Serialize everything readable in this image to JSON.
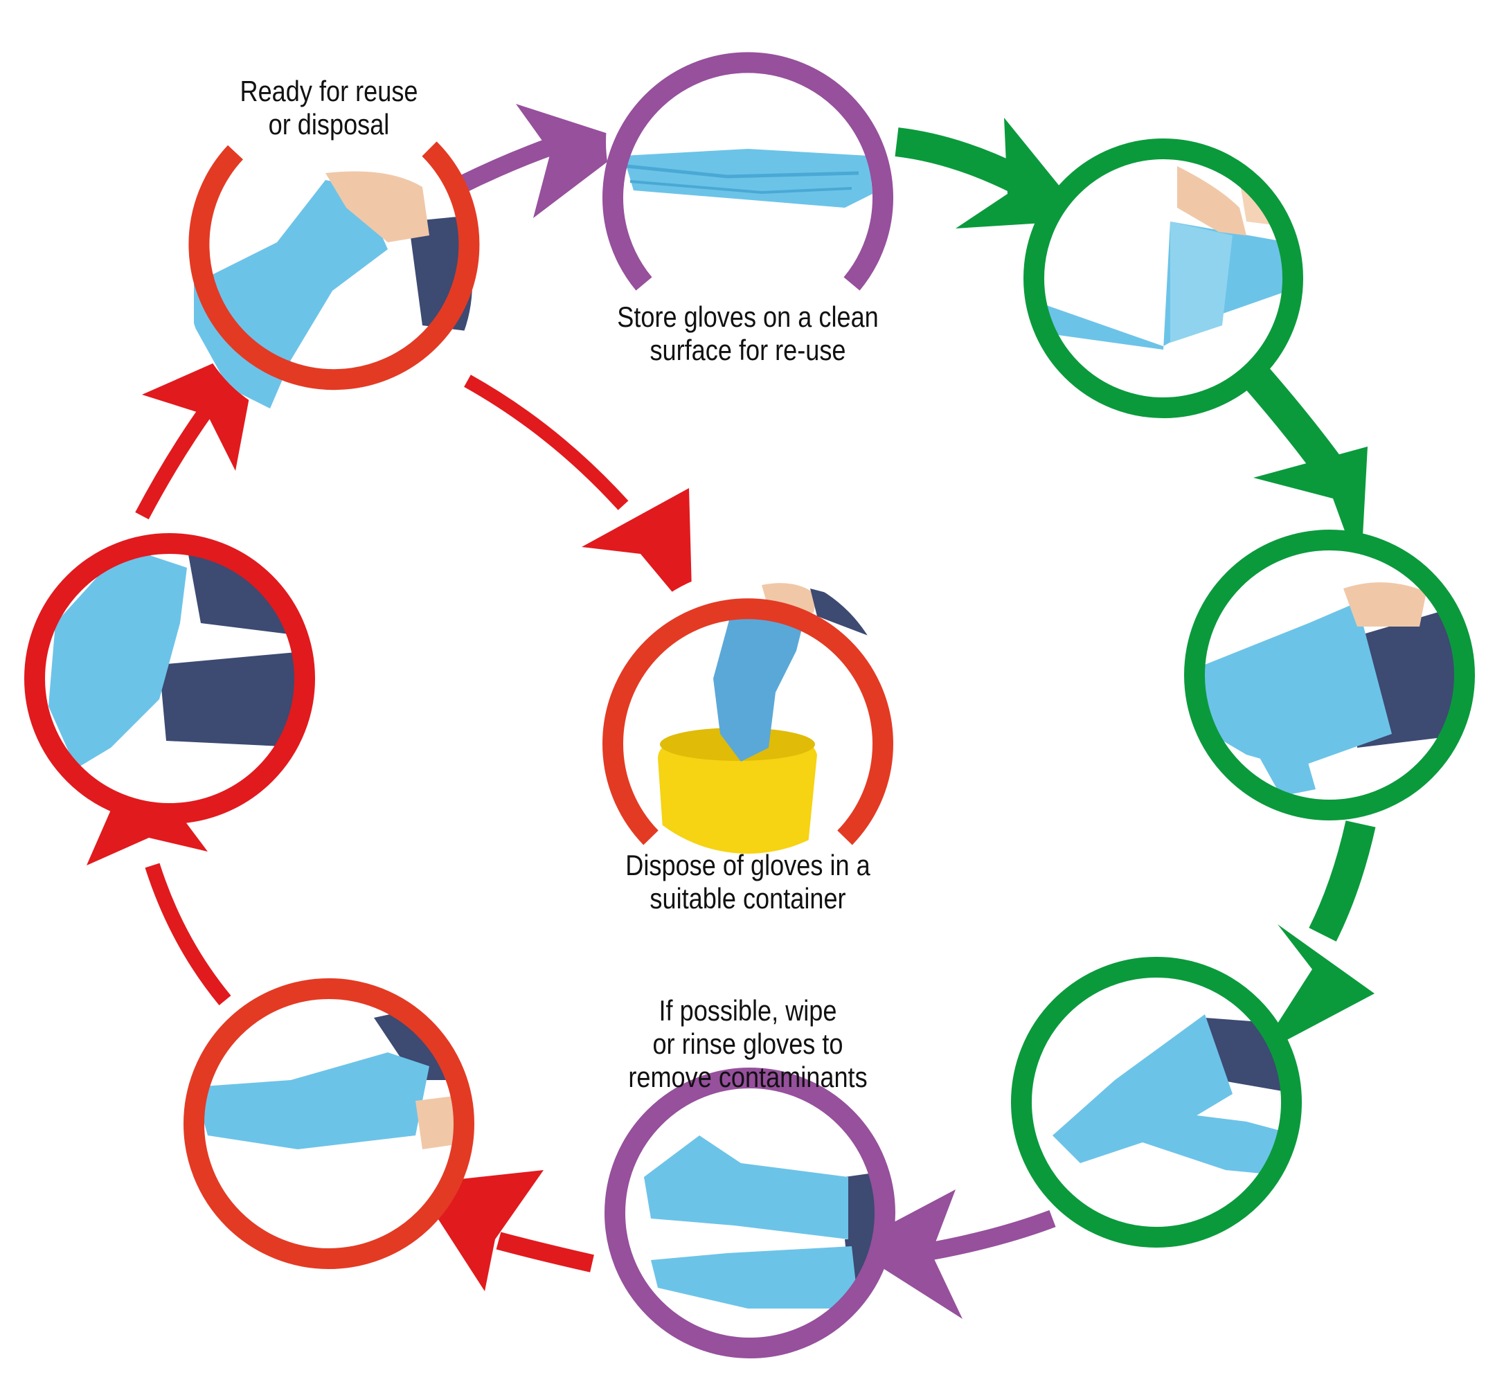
{
  "captions": {
    "ready": "Ready for reuse\nor disposal",
    "store": "Store gloves on a clean\nsurface for re-use",
    "dispose": "Dispose of gloves in a\nsuitable container",
    "wipe": "If possible, wipe\nor rinse gloves to\nremove contaminants"
  },
  "colors": {
    "green": "#0a9a3c",
    "purple": "#96509c",
    "red": "#e11a1e",
    "red_orange": "#e33a24",
    "glove_blue": "#6cc3e8",
    "sleeve_navy": "#3d4a72",
    "bucket_yellow": "#f6d313"
  },
  "steps": [
    {
      "id": "store-flat",
      "ring": "purple",
      "picture": "gloves laid flat"
    },
    {
      "id": "fold-cuff",
      "ring": "green",
      "picture": "hand folding glove cuff"
    },
    {
      "id": "pull-sleeve",
      "ring": "green",
      "picture": "hand pulling glove over sleeve"
    },
    {
      "id": "pull-off",
      "ring": "green",
      "picture": "hand pulling glove off other hand"
    },
    {
      "id": "rinse",
      "ring": "purple",
      "picture": "two gloved hands"
    },
    {
      "id": "peel-fingers",
      "ring": "red_orange",
      "picture": "gloved hands clasped"
    },
    {
      "id": "remove-inside-out",
      "ring": "red",
      "picture": "glove peeled from forearm"
    },
    {
      "id": "ready",
      "ring": "red_orange",
      "picture": "hand removing glove"
    },
    {
      "id": "dispose",
      "ring": "red_orange",
      "picture": "glove dropped in yellow bucket"
    }
  ]
}
